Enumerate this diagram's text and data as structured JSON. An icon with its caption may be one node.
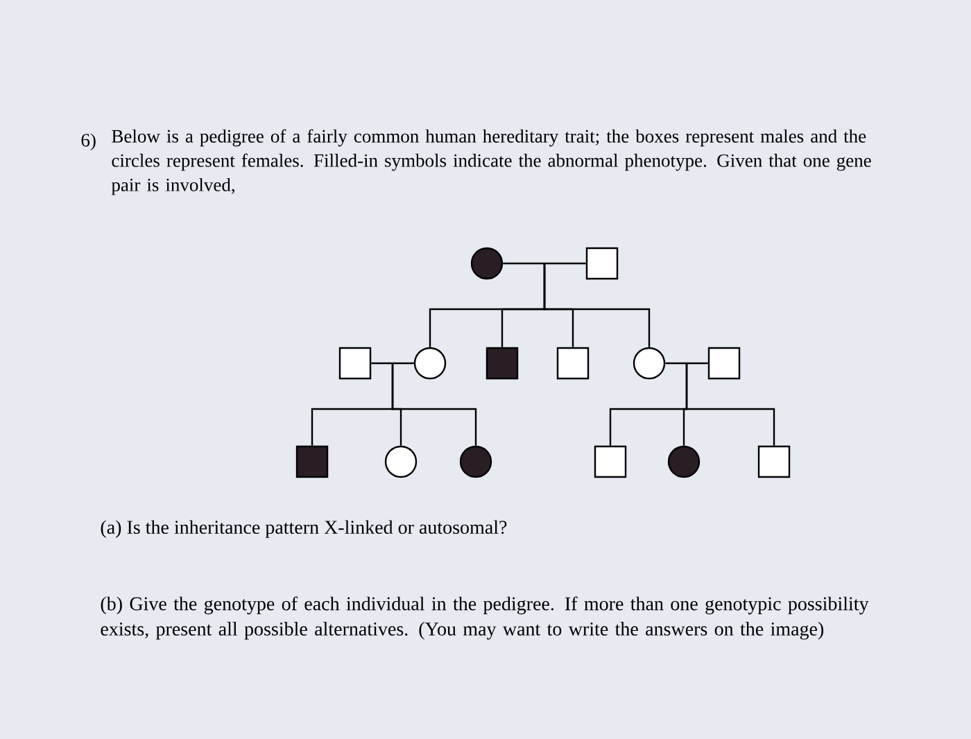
{
  "diagram": {
    "nodes": [
      {
        "text": [],
        "shape": "disc"
      },
      {
        "text": [],
        "shape": "box"
      },
      {
        "text": [],
        "shape": "box"
      },
      {
        "text": [],
        "shape": "circle"
      },
      {
        "text": [],
        "shape": "block"
      },
      {
        "text": [],
        "shape": "box"
      },
      {
        "text": [],
        "shape": "circle"
      },
      {
        "text": [],
        "shape": "box"
      },
      {
        "text": [],
        "shape": "block"
      },
      {
        "text": [],
        "shape": "circle"
      },
      {
        "text": [],
        "shape": "disc"
      },
      {
        "text": [],
        "shape": "box"
      },
      {
        "text": [],
        "shape": "disc"
      },
      {
        "text": [],
        "shape": "box"
      }
    ],
    "edges": [
      {
        "from": 0,
        "to": 1,
        "arrow": "none"
      },
      {
        "from": 2,
        "to": 3,
        "arrow": "none"
      },
      {
        "from": 6,
        "to": 7,
        "arrow": "none"
      },
      {
        "from": 0,
        "to": 3,
        "arrow": "none"
      },
      {
        "from": 1,
        "to": 3,
        "arrow": "none"
      },
      {
        "from": 0,
        "to": 4,
        "arrow": "none"
      },
      {
        "from": 1,
        "to": 4,
        "arrow": "none"
      },
      {
        "from": 0,
        "to": 5,
        "arrow": "none"
      },
      {
        "from": 1,
        "to": 5,
        "arrow": "none"
      },
      {
        "from": 0,
        "to": 6,
        "arrow": "none"
      },
      {
        "from": 1,
        "to": 6,
        "arrow": "none"
      },
      {
        "from": 2,
        "to": 8,
        "arrow": "none"
      },
      {
        "from": 3,
        "to": 8,
        "arrow": "none"
      },
      {
        "from": 2,
        "to": 9,
        "arrow": "none"
      },
      {
        "from": 3,
        "to": 9,
        "arrow": "none"
      },
      {
        "from": 2,
        "to": 10,
        "arrow": "none"
      },
      {
        "from": 3,
        "to": 10,
        "arrow": "none"
      },
      {
        "from": 6,
        "to": 11,
        "arrow": "none"
      },
      {
        "from": 7,
        "to": 11,
        "arrow": "none"
      },
      {
        "from": 6,
        "to": 12,
        "arrow": "none"
      },
      {
        "from": 7,
        "to": 12,
        "arrow": "none"
      },
      {
        "from": 6,
        "to": 13,
        "arrow": "none"
      },
      {
        "from": 7,
        "to": 13,
        "arrow": "none"
      }
    ],
    "labels": [
      "6)",
      "Below is a pedigree of a fairly common human hereditary trait; the boxes represent males and the circles represent females. Filled-in symbols indicate the abnormal phenotype. Given that one gene pair is involved,",
      "(a) Is the inheritance pattern X-linked or autosomal?",
      "(b) Give the genotype of each individual in the pedigree. If more than one genotypic possibility exists, present all possible alternatives. (You may want to write the answers on the image)"
    ]
  }
}
